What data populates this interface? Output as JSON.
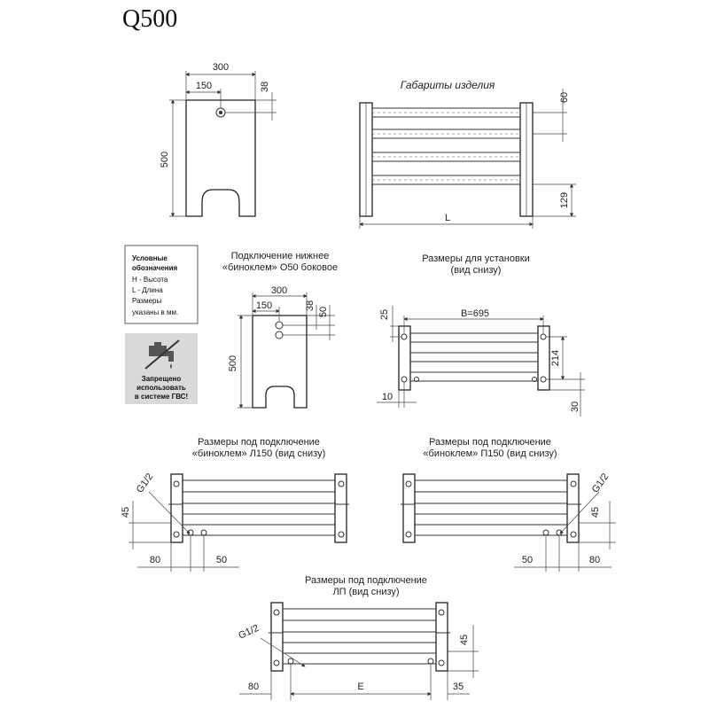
{
  "title": "Q500",
  "front_view": {
    "dim_width": "300",
    "dim_half": "150",
    "dim_top": "38",
    "dim_height": "500"
  },
  "overall": {
    "caption": "Габариты изделия",
    "dim_pitch": "60",
    "dim_bottom": "129",
    "dim_length": "L"
  },
  "legend": {
    "heading_1": "Условные",
    "heading_2": "обозначения",
    "line_h": "H - Высота",
    "line_l": "L - Длина",
    "line_s1": "Размеры",
    "line_s2": "указаны в мм."
  },
  "warning": {
    "line_1": "Запрещено",
    "line_2": "использовать",
    "line_3": "в системе ГВС!",
    "icon": "no-tap-water-icon"
  },
  "bottom_connection": {
    "caption_1": "Подключение нижнее",
    "caption_2": "«биноклем» О50 боковое",
    "dim_width": "300",
    "dim_half": "150",
    "dim_top": "38",
    "dim_second": "50",
    "dim_height": "500"
  },
  "install": {
    "caption_1": "Размеры для установки",
    "caption_2": "(вид снизу)",
    "dim_b": "B=695",
    "dim_left": "25",
    "dim_depth": "214",
    "dim_side": "10",
    "dim_bottom": "30"
  },
  "left_150": {
    "caption_1": "Размеры под подключение",
    "caption_2": "«биноклем» Л150 (вид снизу)",
    "thread": "G1/2",
    "dim_v": "45",
    "dim_a": "80",
    "dim_b": "50"
  },
  "right_150": {
    "caption_1": "Размеры под подключение",
    "caption_2": "«биноклем» П150 (вид снизу)",
    "thread": "G1/2",
    "dim_v": "45",
    "dim_a": "50",
    "dim_b": "80"
  },
  "lp": {
    "caption_1": "Размеры под подключение",
    "caption_2": "ЛП (вид снизу)",
    "thread": "G1/2",
    "dim_v": "45",
    "dim_a": "80",
    "dim_e": "E",
    "dim_b": "35"
  },
  "colors": {
    "line": "#333333",
    "warning_bg": "#d9d9d9"
  }
}
